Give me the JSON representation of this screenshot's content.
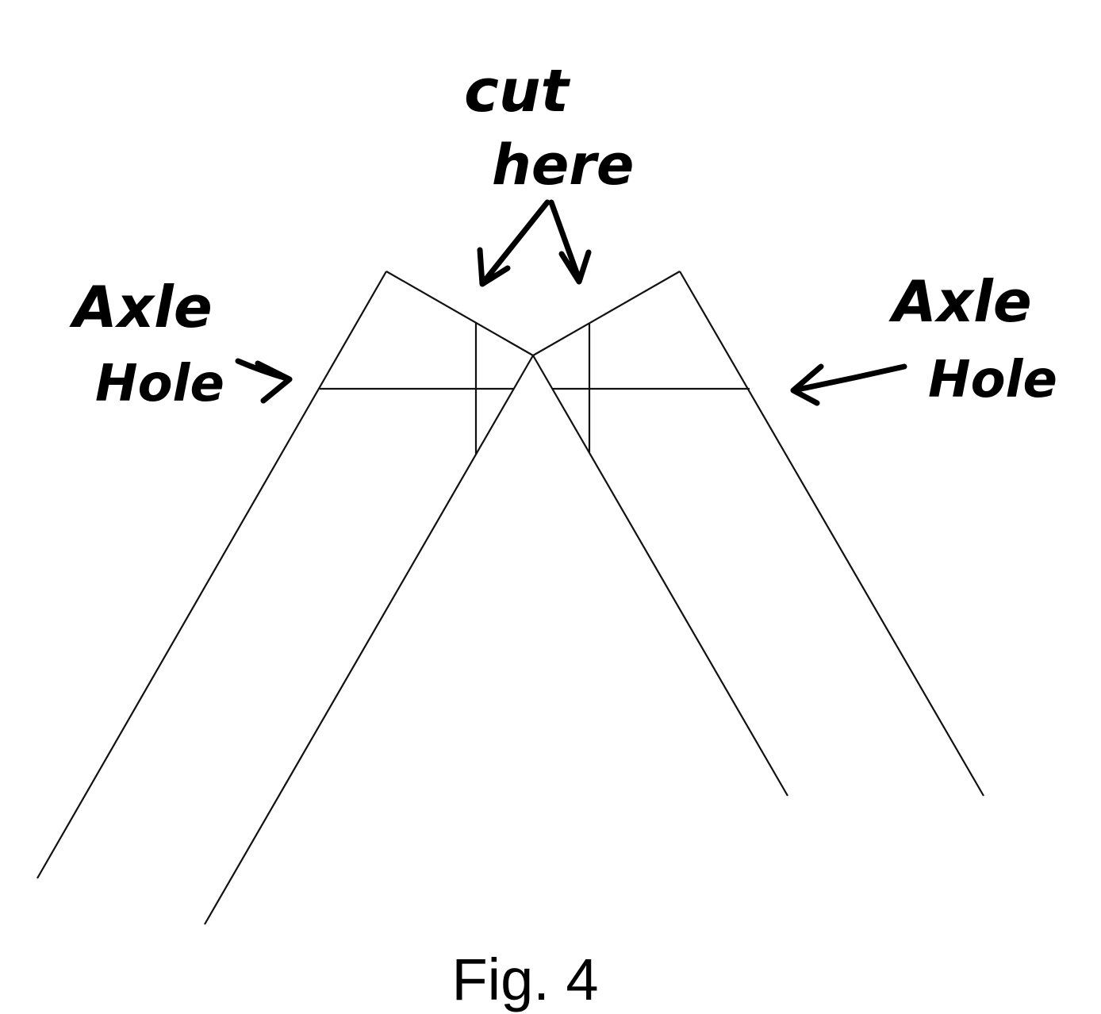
{
  "labels": {
    "cut_line1": "cut",
    "cut_line2": "here",
    "left_axle_line1": "Axle",
    "left_axle_line2": "Hole",
    "right_axle_line1": "Axle",
    "right_axle_line2": "Hole"
  },
  "caption": "Fig. 4",
  "colors": {
    "ink": "#000000",
    "background": "#ffffff"
  }
}
